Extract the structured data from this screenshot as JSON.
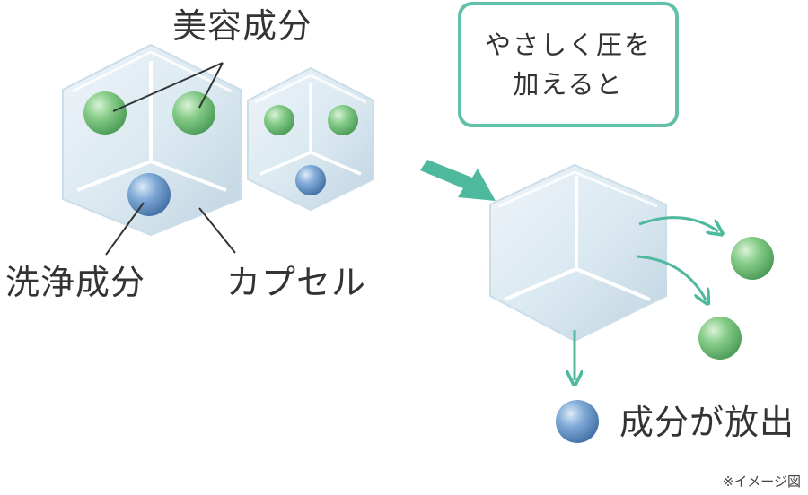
{
  "labels": {
    "beauty_ingredient": "美容成分",
    "cleansing_ingredient": "洗浄成分",
    "capsule": "カプセル",
    "released": "成分が放出"
  },
  "callout": {
    "line1": "やさしく圧を",
    "line2": "加えると"
  },
  "note": "※イメージ図",
  "colors": {
    "accent": "#62c0a8",
    "arrow": "#4fb99e",
    "sphere_green": "#74c47e",
    "sphere_blue": "#6e9fd0",
    "capsule": "#d7e6ef"
  }
}
